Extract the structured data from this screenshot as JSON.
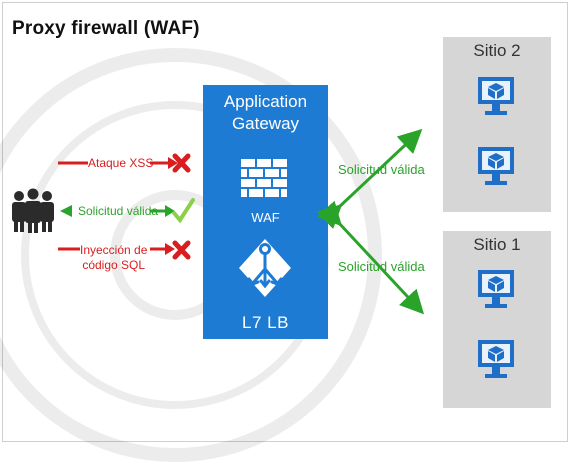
{
  "title": "Proxy firewall (WAF)",
  "gateway": {
    "title_line1": "Application",
    "title_line2": "Gateway",
    "waf_label": "WAF",
    "lb_label": "L7 LB"
  },
  "requests": {
    "xss": "Ataque XSS",
    "valid": "Solicitud válida",
    "sql_line1": "Inyección de",
    "sql_line2": "código SQL"
  },
  "backend_labels": {
    "upper": "Solicitud válida",
    "lower": "Solicitud válida"
  },
  "sites": [
    {
      "label": "Sitio 2"
    },
    {
      "label": "Sitio 1"
    }
  ],
  "colors": {
    "gateway_blue": "#1e7bd4",
    "monitor_blue": "#1f6fc8",
    "blocked_red": "#d81e1e",
    "allowed_green": "#2aa32a",
    "site_gray": "#d6d6d6"
  }
}
